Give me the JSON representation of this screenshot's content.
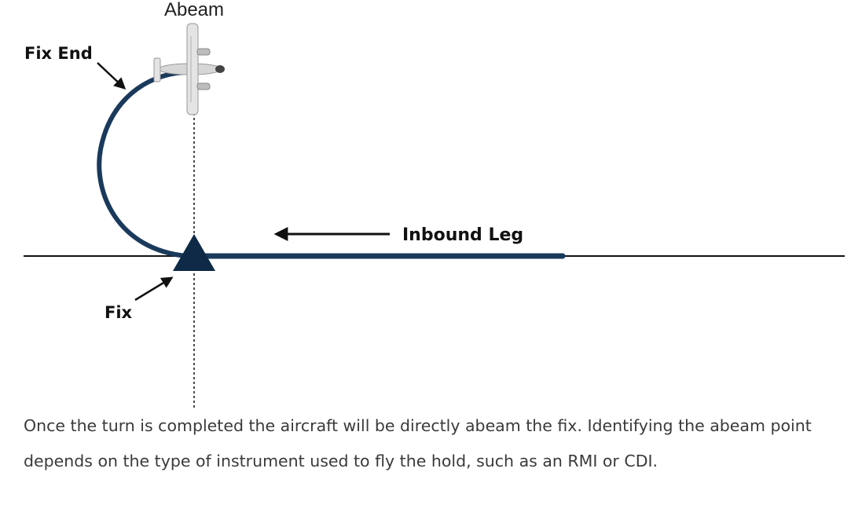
{
  "labels": {
    "abeam": "Abeam",
    "fix_end": "Fix End",
    "inbound_leg": "Inbound Leg",
    "fix": "Fix"
  },
  "caption": "Once the turn is completed the aircraft will be directly abeam the fix. Identifying the abeam point depends on the type of instrument used to fly the hold, such as an RMI or CDI.",
  "colors": {
    "track": "#1a3a5c",
    "fix_marker": "#0e2a47",
    "reference_line": "#111111",
    "text": "#3a3a3a"
  },
  "icons": {
    "aircraft": "aircraft-top-view-icon",
    "fix": "triangle-fix-icon"
  }
}
